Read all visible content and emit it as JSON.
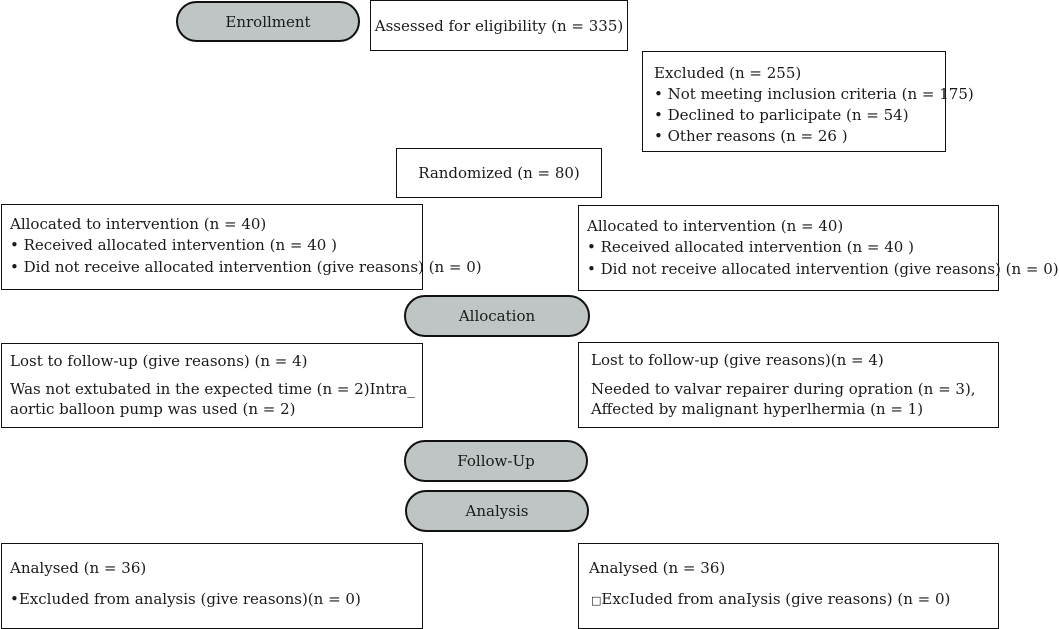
{
  "stages": {
    "enrollment": "Enrollment",
    "allocation": "Allocation",
    "followup": "Follow-Up",
    "analysis": "Analysis"
  },
  "assessed": "Assessed for eligibility (n = 335)",
  "excluded": {
    "title": "Excluded (n = 255)",
    "items": [
      "Not meeting inclusion criteria (n = 175)",
      "Declined to parlicipate (n = 54)",
      "Other reasons (n = 26 )"
    ]
  },
  "randomized": "Randomized (n = 80)",
  "allocation": {
    "left": {
      "title": "Allocated to intervention  (n = 40)",
      "items": [
        "Received allocated intervention (n = 40 )",
        "Did not receive allocated intervention (give reasons) (n = 0)"
      ]
    },
    "right": {
      "title": "Allocated to intervention  (n = 40)",
      "items": [
        "Received allocated intervention (n = 40 )",
        "Did not receive allocated intervention (give reasons) (n = 0)"
      ]
    }
  },
  "followup": {
    "left": {
      "title": "Lost to follow-up (give reasons) (n = 4)",
      "lines": [
        "Was not extubated in the expected time (n = 2)Intra_",
        "aortic balloon pump was used (n = 2)"
      ]
    },
    "right": {
      "title": "Lost to follow-up (give reasons)(n = 4)",
      "lines": [
        "Needed to valvar repairer during opration (n = 3),",
        "Affected by malignant hyperlhermia (n = 1)"
      ]
    }
  },
  "analysis": {
    "left": {
      "title": "Analysed (n = 36)",
      "item": "Excluded from analysis (give reasons)(n = 0)"
    },
    "right": {
      "title": "Analysed (n = 36)",
      "item": "ExcIuded from anaIysis (give reasons) (n = 0)"
    }
  }
}
